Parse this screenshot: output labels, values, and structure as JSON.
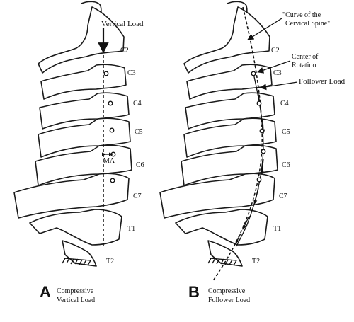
{
  "panels": [
    {
      "letter": "A",
      "caption_line1": "Compressive",
      "caption_line2": "Vertical Load",
      "vertical_load_label": "Vertical Load",
      "ma_label": "MA",
      "levels": [
        "C2",
        "C3",
        "C4",
        "C5",
        "C6",
        "C7",
        "T1",
        "T2"
      ]
    },
    {
      "letter": "B",
      "caption_line1": "Compressive",
      "caption_line2": "Follower Load",
      "curve_label_line1": "\"Curve of the",
      "curve_label_line2": "Cervical Spine\"",
      "center_label_line1": "Center of",
      "center_label_line2": "Rotation",
      "follower_label": "Follower Load",
      "levels": [
        "C2",
        "C3",
        "C4",
        "C5",
        "C6",
        "C7",
        "T1",
        "T2"
      ]
    }
  ]
}
